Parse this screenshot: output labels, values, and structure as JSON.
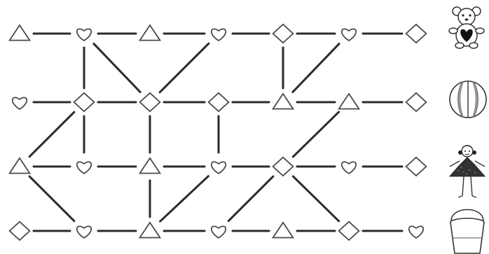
{
  "grid": {
    "rows": [
      [
        "triangle",
        "heart",
        "triangle",
        "heart",
        "diamond",
        "heart",
        "diamond"
      ],
      [
        "heart",
        "diamond",
        "diamond",
        "diamond",
        "triangle",
        "triangle",
        "diamond"
      ],
      [
        "triangle",
        "heart",
        "triangle",
        "heart",
        "diamond",
        "heart",
        "diamond"
      ],
      [
        "diamond",
        "heart",
        "triangle",
        "heart",
        "triangle",
        "diamond",
        "heart"
      ]
    ],
    "edges": [
      [
        [
          0,
          0
        ],
        [
          0,
          1
        ]
      ],
      [
        [
          0,
          1
        ],
        [
          0,
          2
        ]
      ],
      [
        [
          0,
          2
        ],
        [
          0,
          3
        ]
      ],
      [
        [
          0,
          3
        ],
        [
          0,
          4
        ]
      ],
      [
        [
          0,
          4
        ],
        [
          0,
          5
        ]
      ],
      [
        [
          0,
          5
        ],
        [
          0,
          6
        ]
      ],
      [
        [
          1,
          0
        ],
        [
          1,
          1
        ]
      ],
      [
        [
          1,
          1
        ],
        [
          1,
          2
        ]
      ],
      [
        [
          1,
          2
        ],
        [
          1,
          3
        ]
      ],
      [
        [
          1,
          3
        ],
        [
          1,
          4
        ]
      ],
      [
        [
          1,
          4
        ],
        [
          1,
          5
        ]
      ],
      [
        [
          1,
          5
        ],
        [
          1,
          6
        ]
      ],
      [
        [
          2,
          0
        ],
        [
          2,
          1
        ]
      ],
      [
        [
          2,
          1
        ],
        [
          2,
          2
        ]
      ],
      [
        [
          2,
          2
        ],
        [
          2,
          3
        ]
      ],
      [
        [
          2,
          3
        ],
        [
          2,
          4
        ]
      ],
      [
        [
          2,
          4
        ],
        [
          2,
          5
        ]
      ],
      [
        [
          2,
          5
        ],
        [
          2,
          6
        ]
      ],
      [
        [
          3,
          0
        ],
        [
          3,
          1
        ]
      ],
      [
        [
          3,
          1
        ],
        [
          3,
          2
        ]
      ],
      [
        [
          3,
          2
        ],
        [
          3,
          3
        ]
      ],
      [
        [
          3,
          3
        ],
        [
          3,
          4
        ]
      ],
      [
        [
          3,
          4
        ],
        [
          3,
          5
        ]
      ],
      [
        [
          3,
          5
        ],
        [
          3,
          6
        ]
      ],
      [
        [
          0,
          1
        ],
        [
          1,
          1
        ]
      ],
      [
        [
          0,
          1
        ],
        [
          1,
          2
        ]
      ],
      [
        [
          0,
          3
        ],
        [
          1,
          2
        ]
      ],
      [
        [
          0,
          4
        ],
        [
          1,
          4
        ]
      ],
      [
        [
          0,
          5
        ],
        [
          1,
          4
        ]
      ],
      [
        [
          1,
          1
        ],
        [
          2,
          0
        ]
      ],
      [
        [
          1,
          1
        ],
        [
          2,
          1
        ]
      ],
      [
        [
          1,
          2
        ],
        [
          2,
          2
        ]
      ],
      [
        [
          1,
          3
        ],
        [
          2,
          3
        ]
      ],
      [
        [
          1,
          5
        ],
        [
          2,
          4
        ]
      ],
      [
        [
          2,
          0
        ],
        [
          3,
          1
        ]
      ],
      [
        [
          2,
          2
        ],
        [
          3,
          2
        ]
      ],
      [
        [
          2,
          3
        ],
        [
          3,
          2
        ]
      ],
      [
        [
          2,
          4
        ],
        [
          3,
          3
        ]
      ],
      [
        [
          2,
          4
        ],
        [
          3,
          5
        ]
      ]
    ]
  },
  "toys": [
    "teddy-bear",
    "beach-ball",
    "doll",
    "bucket"
  ],
  "colors": {
    "line": "#2b2b2b",
    "outline": "#4a4a4a",
    "fill": "#ffffff",
    "accent": "#1a1a1a"
  }
}
